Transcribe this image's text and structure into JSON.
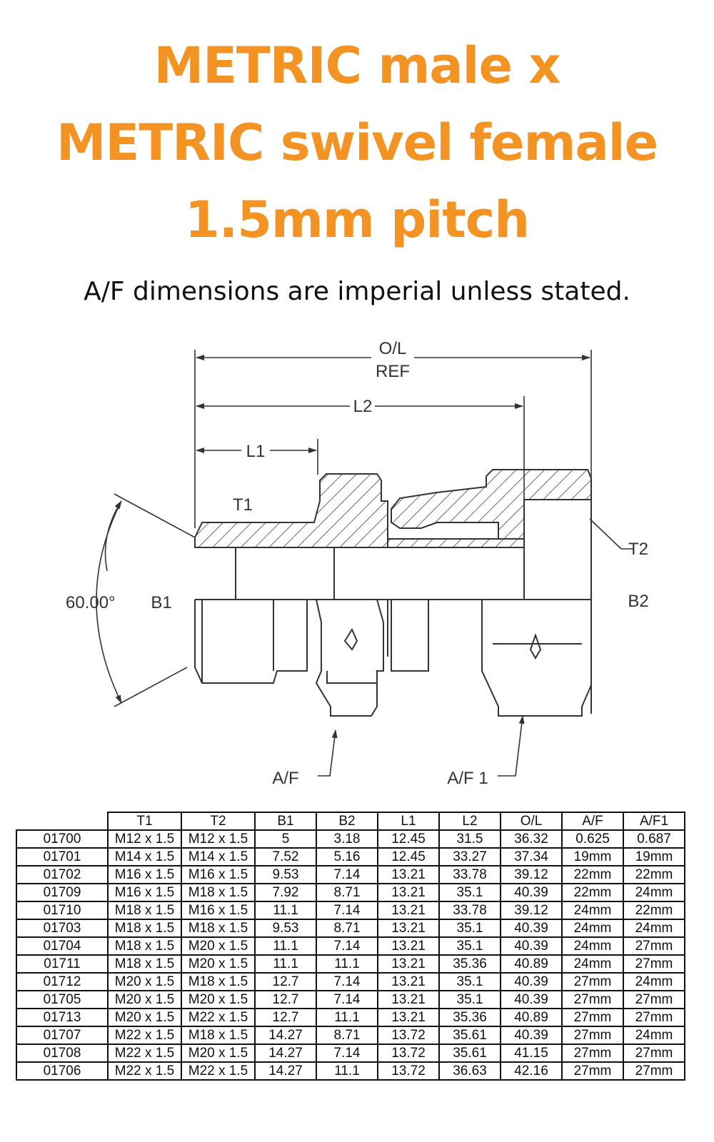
{
  "title": {
    "line1": "METRIC male x",
    "line2": "METRIC swivel female",
    "line3": "1.5mm pitch"
  },
  "subtitle": "A/F dimensions are imperial unless stated.",
  "drawing_labels": {
    "ol": "O/L",
    "ref": "REF",
    "l2": "L2",
    "l1": "L1",
    "t1": "T1",
    "t2": "T2",
    "angle": "60.00°",
    "b1": "B1",
    "b2": "B2",
    "af": "A/F",
    "af1": "A/F 1"
  },
  "table": {
    "headers": [
      "",
      "T1",
      "T2",
      "B1",
      "B2",
      "L1",
      "L2",
      "O/L",
      "A/F",
      "A/F1"
    ],
    "rows": [
      [
        "01700",
        "M12 x 1.5",
        "M12 x 1.5",
        "5",
        "3.18",
        "12.45",
        "31.5",
        "36.32",
        "0.625",
        "0.687"
      ],
      [
        "01701",
        "M14 x 1.5",
        "M14 x 1.5",
        "7.52",
        "5.16",
        "12.45",
        "33.27",
        "37.34",
        "19mm",
        "19mm"
      ],
      [
        "01702",
        "M16 x 1.5",
        "M16 x 1.5",
        "9.53",
        "7.14",
        "13.21",
        "33.78",
        "39.12",
        "22mm",
        "22mm"
      ],
      [
        "01709",
        "M16 x 1.5",
        "M18 x 1.5",
        "7.92",
        "8.71",
        "13.21",
        "35.1",
        "40.39",
        "22mm",
        "24mm"
      ],
      [
        "01710",
        "M18 x 1.5",
        "M16 x 1.5",
        "11.1",
        "7.14",
        "13.21",
        "33.78",
        "39.12",
        "24mm",
        "22mm"
      ],
      [
        "01703",
        "M18 x 1.5",
        "M18 x 1.5",
        "9.53",
        "8.71",
        "13.21",
        "35.1",
        "40.39",
        "24mm",
        "24mm"
      ],
      [
        "01704",
        "M18 x 1.5",
        "M20 x 1.5",
        "11.1",
        "7.14",
        "13.21",
        "35.1",
        "40.39",
        "24mm",
        "27mm"
      ],
      [
        "01711",
        "M18 x 1.5",
        "M20 x 1.5",
        "11.1",
        "11.1",
        "13.21",
        "35.36",
        "40.89",
        "24mm",
        "27mm"
      ],
      [
        "01712",
        "M20 x 1.5",
        "M18 x 1.5",
        "12.7",
        "7.14",
        "13.21",
        "35.1",
        "40.39",
        "27mm",
        "24mm"
      ],
      [
        "01705",
        "M20 x 1.5",
        "M20 x 1.5",
        "12.7",
        "7.14",
        "13.21",
        "35.1",
        "40.39",
        "27mm",
        "27mm"
      ],
      [
        "01713",
        "M20 x 1.5",
        "M22 x 1.5",
        "12.7",
        "11.1",
        "13.21",
        "35.36",
        "40.89",
        "27mm",
        "27mm"
      ],
      [
        "01707",
        "M22 x 1.5",
        "M18 x 1.5",
        "14.27",
        "8.71",
        "13.72",
        "35.61",
        "40.39",
        "27mm",
        "24mm"
      ],
      [
        "01708",
        "M22 x 1.5",
        "M20 x 1.5",
        "14.27",
        "7.14",
        "13.72",
        "35.61",
        "41.15",
        "27mm",
        "27mm"
      ],
      [
        "01706",
        "M22 x 1.5",
        "M22 x 1.5",
        "14.27",
        "11.1",
        "13.72",
        "36.63",
        "42.16",
        "27mm",
        "27mm"
      ]
    ]
  },
  "colors": {
    "title": "#f39323",
    "text": "#111111",
    "drawing": "#333333"
  }
}
